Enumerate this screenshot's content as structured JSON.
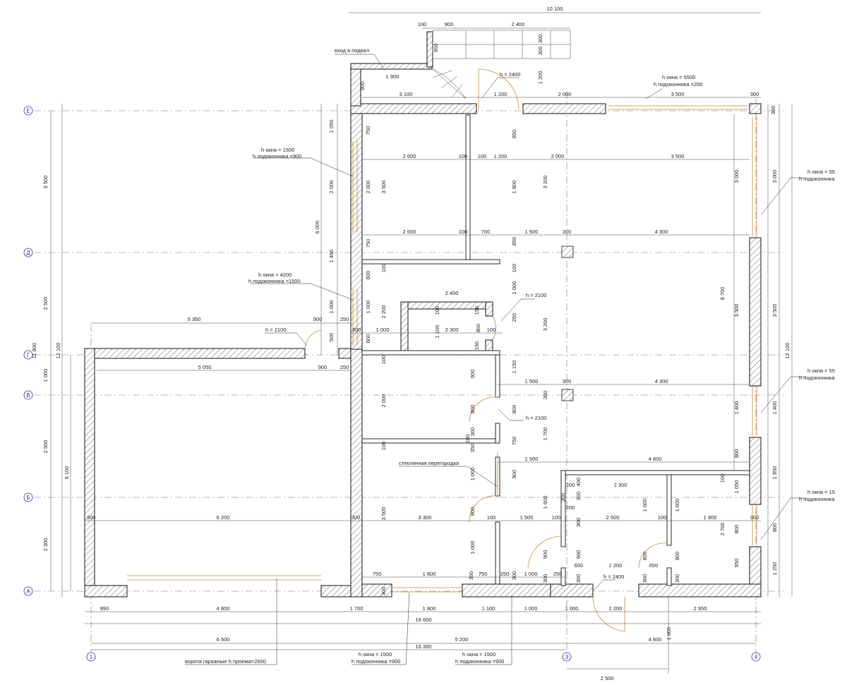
{
  "axes": {
    "rows": [
      "Е",
      "Д",
      "Г",
      "В",
      "Б",
      "А"
    ],
    "cols": [
      "1",
      "3",
      "4"
    ]
  },
  "dims": {
    "top_total": "10 100",
    "top_100": "100",
    "top_900": "900",
    "top_2400": "2 400",
    "top_300a": "300",
    "top_300b": "300",
    "top_900v": "900",
    "top_1900": "1 900",
    "top_900b": "900",
    "top_1200v": "1 200",
    "row_e_3100": "3 100",
    "row_e_1200": "1 200",
    "row_e_2000": "2 000",
    "row_e_3500": "3 500",
    "row_e_300": "300",
    "row_e_300v": "300",
    "row2_2600": "2 600",
    "row2_100a": "100",
    "row2_100b": "100",
    "row2_1200": "1 200",
    "row2_2000": "2 000",
    "row2_3500": "3 500",
    "row3_2600": "2 600",
    "row3_100": "100",
    "row3_700": "700",
    "row3_1500": "1 500",
    "row3_300": "300",
    "row3_4300": "4 300",
    "left_3500": "3 500",
    "left_2500a": "2 500",
    "left_1000": "1 000",
    "left_2500b": "2 500",
    "left_2300": "2 300",
    "left_11800": "11 800",
    "left_12100": "12 100",
    "left_6100": "6 100",
    "mid_1050": "1 050",
    "mid_2000": "2 000",
    "mid_6000": "6 000",
    "mid_1450": "1 450",
    "mid_1000": "1 000",
    "mid_500": "500",
    "mid_750a": "750",
    "mid_2000b": "2 000",
    "mid_3500": "3 500",
    "mid_750b": "750",
    "mid_600a": "600",
    "mid_1000b": "1 000",
    "mid_600b": "600",
    "mid_2200": "2 200",
    "mid_100a": "100",
    "mid_100b": "100",
    "mid_2000c": "2 000",
    "mid_100c": "100",
    "mid_3500b": "3 500",
    "g_5350": "5 350",
    "g_900": "900",
    "g_250": "250",
    "g_300": "300",
    "g_1000": "1 000",
    "g_1100": "1 100",
    "g_2300": "2 300",
    "g_800": "800",
    "g_100": "100",
    "g_250b": "250",
    "g_2400": "2 400",
    "g_100v": "100",
    "g_150a": "150",
    "g_150b": "150",
    "g_5050": "5 050",
    "g_900b": "900",
    "g_250c": "250",
    "c_850a": "850",
    "c_1800": "1 800",
    "c_3200": "3 200",
    "c_850b": "850",
    "c_100": "100",
    "c_1000": "1 000",
    "c_3200b": "3 200",
    "c_1150": "1 150",
    "c_900": "900",
    "c_800a": "800",
    "c_800b": "800",
    "c_300": "300",
    "c_750": "750",
    "c_1700": "1 700",
    "c_350": "350",
    "c_100b": "100",
    "c_1000b": "1 000",
    "c_800c": "800",
    "c_1000c": "1 000",
    "c_800d": "800",
    "v_1500": "1 500",
    "v_300": "300",
    "v_300b": "300",
    "v_4300": "4 300",
    "v_1500b": "1 500",
    "v_4600": "4 600",
    "r_3000a": "3 000",
    "r_3000b": "3 000",
    "r_8700": "8 700",
    "r_3500a": "3 500",
    "r_3500b": "3 500",
    "r_12100": "12 100",
    "r_300": "300",
    "r_1400a": "1 400",
    "r_1400b": "1 400",
    "r_800": "800",
    "r_1850": "1 850",
    "r_1050": "1 050",
    "r_100": "100",
    "r_2700": "2 700",
    "r_800b": "800",
    "r_950": "950",
    "r_800c": "800",
    "r_1250": "1 250",
    "b_300a": "300",
    "b_6200": "6 200",
    "b_300b": "300",
    "b_3300": "3 300",
    "b_100": "100",
    "b_1500": "1 500",
    "b_100b": "100",
    "b_800": "800",
    "b_2500": "2 500",
    "b_100c": "100",
    "b_1900": "1 900",
    "b_300c": "300",
    "b_200a": "200",
    "b_400": "400",
    "b_2300": "2 300",
    "b_200b": "200",
    "b_300d": "300",
    "b_1600a": "1 600",
    "b_1600b": "1 600",
    "b_1600c": "1 600",
    "b_900": "900",
    "b_900b": "900",
    "b_800e": "800",
    "b_800f": "800",
    "a_750": "750",
    "a_1800": "1 800",
    "a_350": "350",
    "a_750b": "750",
    "a_250": "250",
    "a_300": "300",
    "a_1000": "1 000",
    "a_300b": "300",
    "a_250b": "250",
    "a_650a": "650",
    "a_1200": "1 200",
    "a_650b": "650",
    "a_300c": "300",
    "a_300d": "300",
    "a_300e": "300",
    "bot_990": "990",
    "bot_4800": "4 800",
    "bot_1760": "1 760",
    "bot_1800": "1 800",
    "bot_1100": "1 100",
    "bot_1000a": "1 000",
    "bot_1000b": "1 000",
    "bot_1200": "1 200",
    "bot_2950": "2 950",
    "bot_16600": "16 600",
    "bot_6500": "6 500",
    "bot_5200": "5 200",
    "bot_4600": "4 600",
    "bot_16300": "16 300",
    "bot_1800v": "1 800",
    "bot_2500": "2 500"
  },
  "notes": {
    "basement": "вход в подвал",
    "h2400_top": "h = 2400",
    "win5500_h": "h окна = 5500",
    "win5500_s": "h подоконника =200",
    "win1500_h": "h окна = 1500",
    "win1500_s": "h подоконника =900",
    "win4200_h": "h окна = 4200",
    "win4200_s": "h подоконника =1500",
    "h2100_a": "h = 2100",
    "h2100_b": "h = 2100",
    "h2100_c": "h = 2100",
    "glass": "стеклянная перегородка",
    "h2400_bot": "h = 2400",
    "r_win1_h": "h окна = 55",
    "r_win1_s": "h подоконника",
    "r_win2_h": "h окна = 55",
    "r_win2_s": "h подоконника",
    "r_win3_h": "h окна = 15",
    "r_win3_s": "h подоконника",
    "garage": "ворота гаражные h проема=2600",
    "bw1_h": "h окна = 1500",
    "bw1_s": "h подоконника =900",
    "bw2_h": "h окна = 1500",
    "bw2_s": "h подоконника =900"
  }
}
